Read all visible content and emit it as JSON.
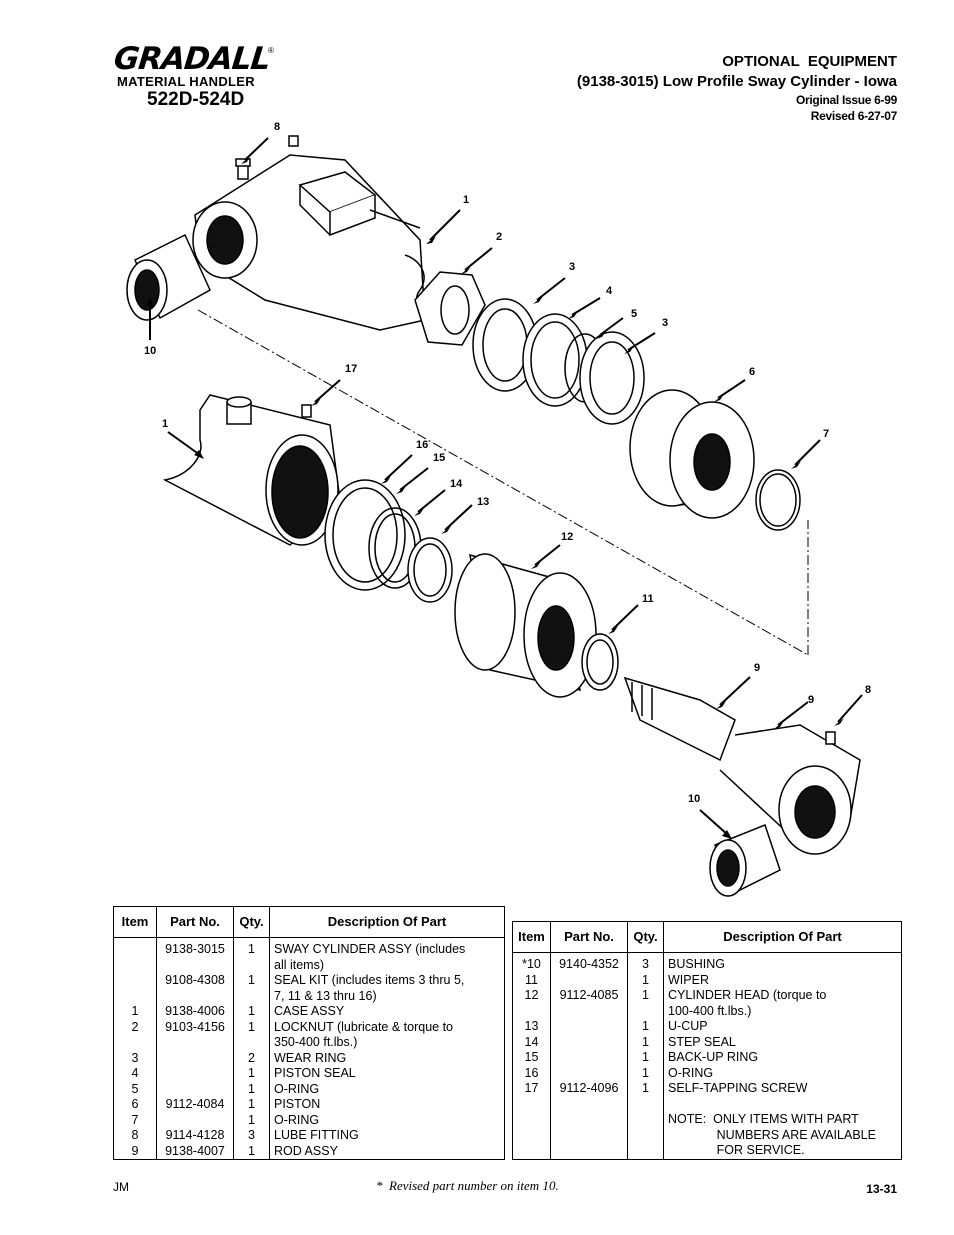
{
  "header": {
    "brand": "GRADALL",
    "registered_mark": "®",
    "subtitle": "MATERIAL HANDLER",
    "models": "522D-524D",
    "title": "OPTIONAL  EQUIPMENT",
    "part_title": "(9138-3015) Low Profile Sway Cylinder - Iowa",
    "issue": "Original Issue 6-99",
    "revised": "Revised 6-27-07"
  },
  "diagram": {
    "callouts": [
      "8",
      "1",
      "2",
      "3",
      "4",
      "5",
      "3",
      "10",
      "17",
      "1",
      "16",
      "15",
      "6",
      "7",
      "14",
      "13",
      "12",
      "11",
      "9",
      "9",
      "8",
      "10"
    ]
  },
  "table_left": {
    "headers": [
      "Item",
      "Part No.",
      "Qty.",
      "Description Of Part"
    ],
    "rows": [
      {
        "item": "",
        "part": "9138-3015",
        "qty": "1",
        "desc": "SWAY CYLINDER ASSY (includes"
      },
      {
        "item": "",
        "part": "",
        "qty": "",
        "desc": "all items)"
      },
      {
        "item": "",
        "part": "9108-4308",
        "qty": "1",
        "desc": "SEAL KIT (includes items 3 thru 5,"
      },
      {
        "item": "",
        "part": "",
        "qty": "",
        "desc": "7, 11 & 13 thru 16)"
      },
      {
        "item": "1",
        "part": "9138-4006",
        "qty": "1",
        "desc": "CASE ASSY"
      },
      {
        "item": "2",
        "part": "9103-4156",
        "qty": "1",
        "desc": "LOCKNUT (lubricate & torque to"
      },
      {
        "item": "",
        "part": "",
        "qty": "",
        "desc": "350-400 ft.lbs.)"
      },
      {
        "item": "3",
        "part": "",
        "qty": "2",
        "desc": "WEAR RING"
      },
      {
        "item": "4",
        "part": "",
        "qty": "1",
        "desc": "PISTON SEAL"
      },
      {
        "item": "5",
        "part": "",
        "qty": "1",
        "desc": "O-RING"
      },
      {
        "item": "6",
        "part": "9112-4084",
        "qty": "1",
        "desc": "PISTON"
      },
      {
        "item": "7",
        "part": "",
        "qty": "1",
        "desc": "O-RING"
      },
      {
        "item": "8",
        "part": "9114-4128",
        "qty": "3",
        "desc": "LUBE FITTING"
      },
      {
        "item": "9",
        "part": "9138-4007",
        "qty": "1",
        "desc": "ROD ASSY"
      }
    ]
  },
  "table_right": {
    "headers": [
      "Item",
      "Part No.",
      "Qty.",
      "Description Of Part"
    ],
    "rows": [
      {
        "item": "*10",
        "part": "9140-4352",
        "qty": "3",
        "desc": "BUSHING"
      },
      {
        "item": "11",
        "part": "",
        "qty": "1",
        "desc": "WIPER"
      },
      {
        "item": "12",
        "part": "9112-4085",
        "qty": "1",
        "desc": "CYLINDER HEAD (torque to"
      },
      {
        "item": "",
        "part": "",
        "qty": "",
        "desc": "100-400 ft.lbs.)"
      },
      {
        "item": "13",
        "part": "",
        "qty": "1",
        "desc": "U-CUP"
      },
      {
        "item": "14",
        "part": "",
        "qty": "1",
        "desc": "STEP SEAL"
      },
      {
        "item": "15",
        "part": "",
        "qty": "1",
        "desc": "BACK-UP RING"
      },
      {
        "item": "16",
        "part": "",
        "qty": "1",
        "desc": "O-RING"
      },
      {
        "item": "17",
        "part": "9112-4096",
        "qty": "1",
        "desc": "SELF-TAPPING SCREW"
      },
      {
        "item": "",
        "part": "",
        "qty": "",
        "desc": ""
      },
      {
        "item": "",
        "part": "",
        "qty": "",
        "desc": "NOTE:  ONLY ITEMS WITH PART"
      },
      {
        "item": "",
        "part": "",
        "qty": "",
        "desc": "              NUMBERS ARE AVAILABLE"
      },
      {
        "item": "",
        "part": "",
        "qty": "",
        "desc": "              FOR SERVICE."
      }
    ]
  },
  "footer": {
    "initials": "JM",
    "note": "*  Revised part number on item 10.",
    "page": "13-31"
  }
}
